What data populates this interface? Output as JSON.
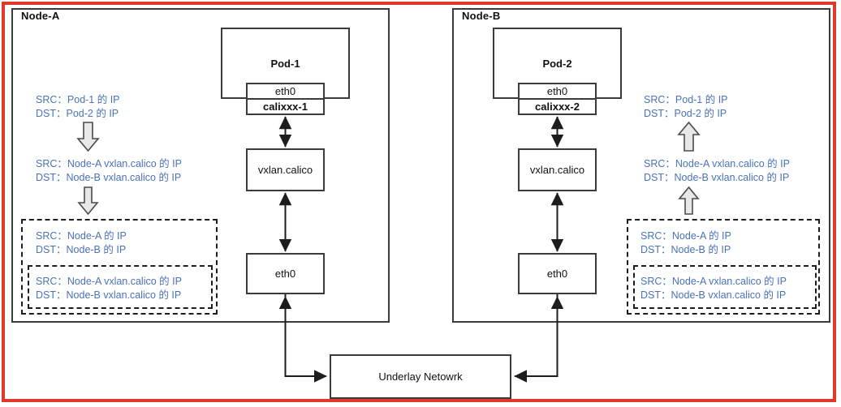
{
  "diagram": {
    "title": "Calico VXLAN cross-node pod traffic path",
    "accent_border_color": "#e0392b",
    "annotation_text_color": "#4a72b8",
    "box_border_color": "#3b3b3b",
    "block_arrow_fill": "#e8e8e8"
  },
  "nodes": [
    {
      "id": "node-a",
      "label": "Node-A",
      "pod": {
        "label": "Pod-1",
        "eth0": "eth0",
        "veth": "calixxx-1"
      },
      "vxlan": "vxlan.calico",
      "eth0": "eth0"
    },
    {
      "id": "node-b",
      "label": "Node-B",
      "pod": {
        "label": "Pod-2",
        "eth0": "eth0",
        "veth": "calixxx-2"
      },
      "vxlan": "vxlan.calico",
      "eth0": "eth0"
    }
  ],
  "underlay": {
    "label": "Underlay Netowrk"
  },
  "labels": {
    "src": "SRC：",
    "dst": "DST："
  },
  "annotations": {
    "left": {
      "pod_pair": {
        "src": "Pod-1 的 IP",
        "dst": "Pod-2 的 IP"
      },
      "vxlan_pair": {
        "src": "Node-A vxlan.calico 的 IP",
        "dst": "Node-B vxlan.calico 的 IP"
      },
      "outer_pair": {
        "src": "Node-A 的 IP",
        "dst": "Node-B 的 IP"
      },
      "inner_pair": {
        "src": "Node-A vxlan.calico 的 IP",
        "dst": "Node-B vxlan.calico 的 IP"
      }
    },
    "right": {
      "pod_pair": {
        "src": "Pod-1 的 IP",
        "dst": "Pod-2 的 IP"
      },
      "vxlan_pair": {
        "src": "Node-A vxlan.calico 的 IP",
        "dst": "Node-B vxlan.calico 的 IP"
      },
      "outer_pair": {
        "src": "Node-A 的 IP",
        "dst": "Node-B 的 IP"
      },
      "inner_pair": {
        "src": "Node-A vxlan.calico 的 IP",
        "dst": "Node-B vxlan.calico 的 IP"
      }
    }
  },
  "flow_arrows": {
    "left_direction": "down",
    "right_direction": "up"
  }
}
